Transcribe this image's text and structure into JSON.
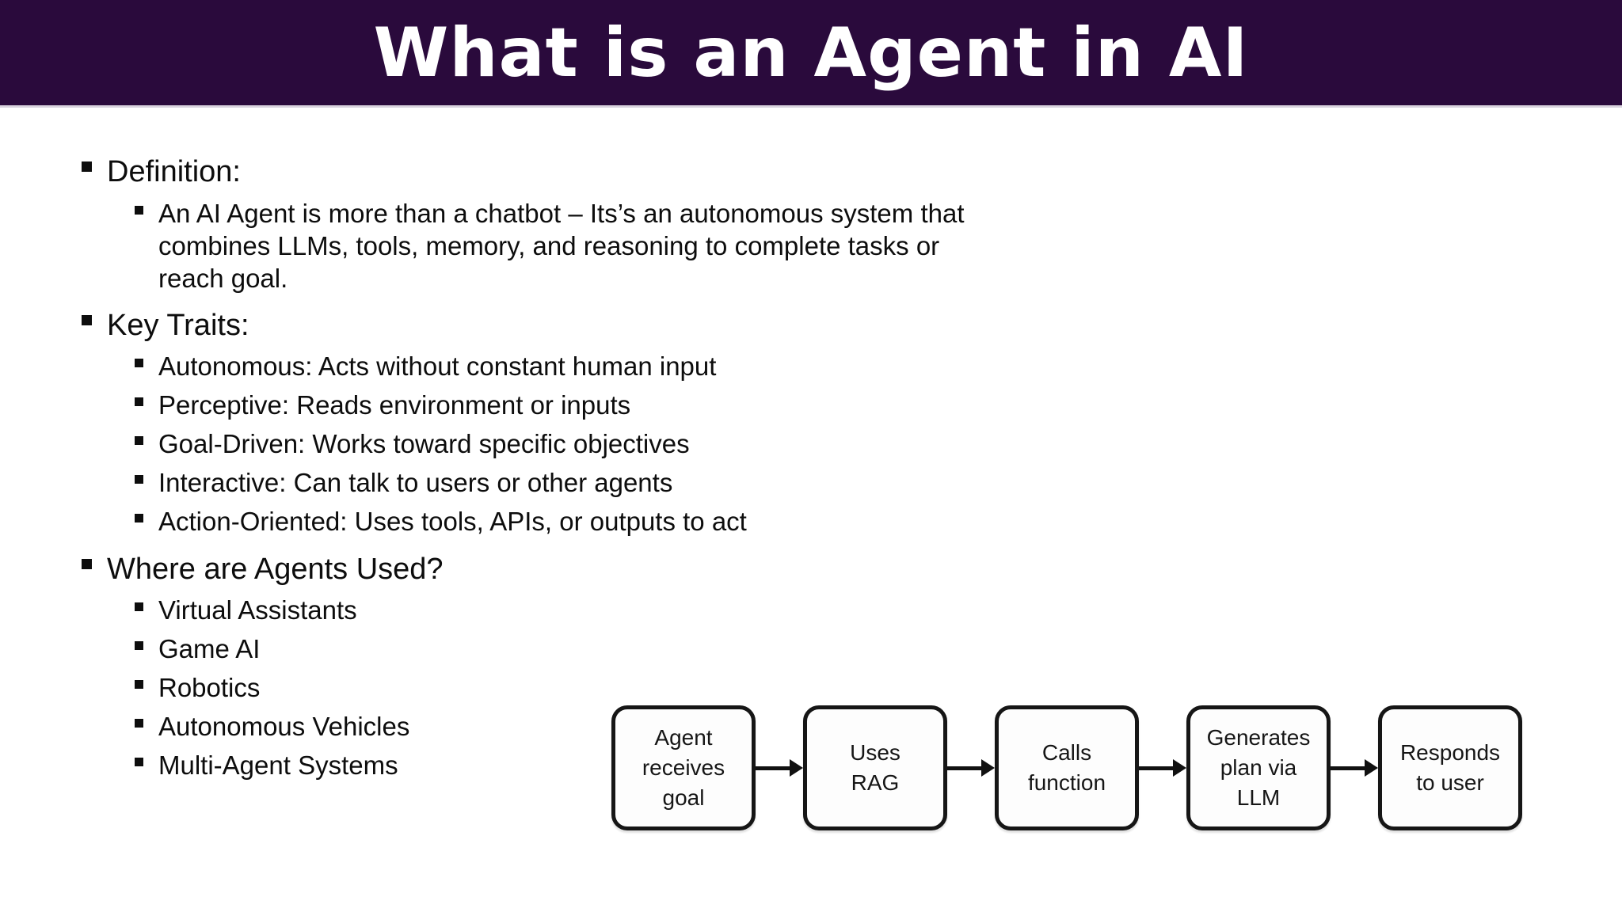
{
  "title": "What is an Agent in AI",
  "colors": {
    "header_bg": "#2a0a3c",
    "title_color": "#ffffff",
    "body_text": "#0d0d0d",
    "box_border": "#161616",
    "box_fill": "#fdfdfd"
  },
  "sections": [
    {
      "heading": "Definition:",
      "items": [
        {
          "lines": [
            "An AI Agent is more than a chatbot – Its’s an autonomous system that",
            "combines LLMs, tools, memory, and reasoning to complete tasks or",
            "reach goal."
          ]
        }
      ]
    },
    {
      "heading": "Key Traits:",
      "items": [
        {
          "lines": [
            "Autonomous: Acts without constant human input"
          ]
        },
        {
          "lines": [
            "Perceptive: Reads environment or inputs"
          ]
        },
        {
          "lines": [
            "Goal-Driven: Works toward specific objectives"
          ]
        },
        {
          "lines": [
            "Interactive: Can talk to users or other agents"
          ]
        },
        {
          "lines": [
            "Action-Oriented: Uses tools, APIs, or outputs to act"
          ]
        }
      ]
    },
    {
      "heading": "Where are Agents Used?",
      "items": [
        {
          "lines": [
            "Virtual Assistants"
          ]
        },
        {
          "lines": [
            "Game AI"
          ]
        },
        {
          "lines": [
            "Robotics"
          ]
        },
        {
          "lines": [
            "Autonomous Vehicles"
          ]
        },
        {
          "lines": [
            "Multi-Agent Systems"
          ]
        }
      ]
    }
  ],
  "flowchart": {
    "steps": [
      {
        "lines": [
          "Agent",
          "receives",
          "goal"
        ]
      },
      {
        "lines": [
          "Uses",
          "RAG"
        ]
      },
      {
        "lines": [
          "Calls",
          "function"
        ]
      },
      {
        "lines": [
          "Generates",
          "plan via",
          "LLM"
        ]
      },
      {
        "lines": [
          "Responds",
          "to user"
        ]
      }
    ]
  }
}
